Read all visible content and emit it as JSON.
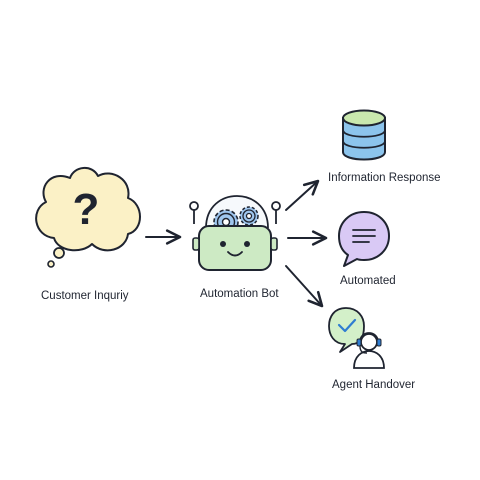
{
  "diagram": {
    "nodes": {
      "inquiry": {
        "label": "Customer Inquriy",
        "icon": "thought-bubble-question-icon",
        "fill": "#fbf1c6"
      },
      "bot": {
        "label": "Automation Bot",
        "icon": "robot-gears-icon",
        "fill": "#cdeac4",
        "gear_fill": "#9fc6ee"
      },
      "info": {
        "label": "Information Response",
        "icon": "database-icon",
        "fill": "#8cc4ec",
        "top_fill": "#c9e8ae"
      },
      "automated": {
        "label": "Automated",
        "icon": "chat-message-icon",
        "fill": "#d9c9f5"
      },
      "agent": {
        "label": "Agent Handover",
        "icon": "headset-agent-icon",
        "fill": "#d3f0c9",
        "accent": "#2f7dd1"
      }
    },
    "stroke_color": "#1f2430"
  }
}
